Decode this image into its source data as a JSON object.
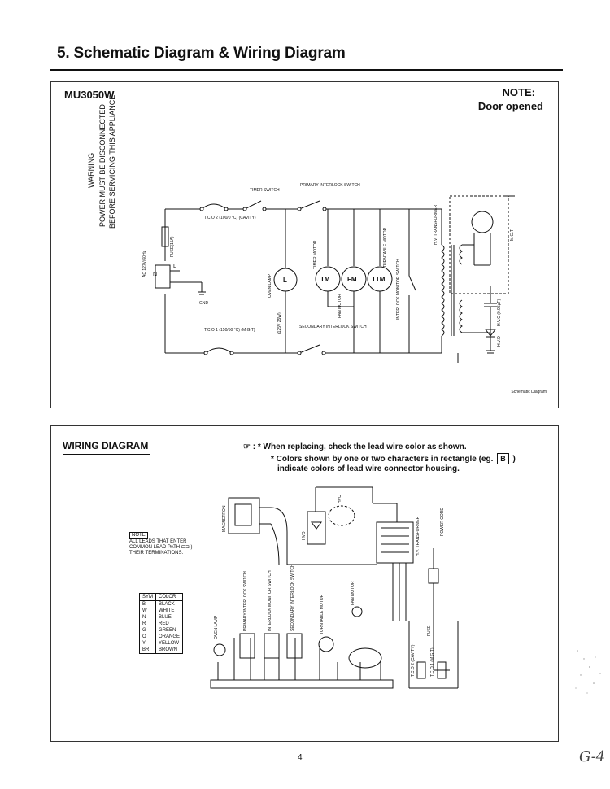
{
  "header": {
    "title": "5. Schematic Diagram & Wiring Diagram"
  },
  "schematic": {
    "model": "MU3050W",
    "note_title": "NOTE:",
    "note_text": "Door opened",
    "warning_line1": "WARNING",
    "warning_line2": "POWER MUST BE DISCONNECTED",
    "warning_line3": "BEFORE SERVICING THIS APPLIANCE",
    "labels": {
      "timer_switch": "TIMER SWITCH",
      "primary_interlock": "PRIMARY INTERLOCK SWITCH",
      "tco2": "T.C.O 2 (100/0 °C) (CAVITY)",
      "fuse": "FUSE(15A)",
      "ac": "AC 127V/60Hz",
      "n": "N",
      "l": "L",
      "gnd": "GND",
      "tco1": "T.C.O 1 (150/50 °C) (M.G.T)",
      "oven_lamp": "OVEN LAMP",
      "lamp_rating": "(125V 25W)",
      "secondary_interlock": "SECONDARY INTERLOCK SWITCH",
      "timer_motor": "TIMER MOTOR",
      "fan_motor": "FAN MOTOR",
      "turntable_motor": "TURNTABLE MOTOR",
      "monitor_switch": "INTERLOCK MONITOR SWITCH",
      "hv_transformer": "H.V. TRANSFORMER",
      "mgt": "M.G.T",
      "hvc": "H.V.C (0.95µF)",
      "hvd": "H.V.D",
      "tm": "TM",
      "fm": "FM",
      "ttm": "TTM",
      "lamp_symbol": "L"
    },
    "caption": "Schematic Diagram"
  },
  "wiring": {
    "title": "WIRING DIAGRAM",
    "instruction_line1": "When replacing, check the lead wire color as shown.",
    "instruction_line2_pre": "Colors shown by one or two characters in rectangle (eg.",
    "instruction_badge": "B",
    "instruction_line2_post": ")",
    "instruction_line3": "indicate colors of lead wire connector housing.",
    "note_box": "NOTE",
    "note_line1": "ALL LEADS THAT ENTER",
    "note_line2": "COMMON LEAD PATH",
    "note_line3": "THEIR TERMINATIONS.",
    "color_table": {
      "headers": [
        "SYM",
        "COLOR"
      ],
      "rows": [
        [
          "B",
          "BLACK"
        ],
        [
          "W",
          "WHITE"
        ],
        [
          "N",
          "BLUE"
        ],
        [
          "R",
          "RED"
        ],
        [
          "G",
          "GREEN"
        ],
        [
          "O",
          "ORANGE"
        ],
        [
          "Y",
          "YELLOW"
        ],
        [
          "BR",
          "BROWN"
        ]
      ]
    },
    "component_labels": {
      "magnetron": "MAGNETRON",
      "hvc": "HVC",
      "hvd": "HVD",
      "transformer": "H.V. TRANSFORMER",
      "power_cord": "POWER CORD",
      "oven_lamp": "OVEN LAMP",
      "primary": "PRIMARY INTERLOCK SWITCH",
      "monitor": "INTERLOCK MONITOR SWITCH",
      "secondary": "SECONDARY INTERLOCK SWITCH",
      "turntable": "TURNTABLE MOTOR",
      "fan": "FAN MOTOR",
      "tco2": "T.C.O 2 (CAVITY)",
      "tco1": "T.C.O 1 (M.G.T)",
      "fuse": "FUSE"
    }
  },
  "footer": {
    "page_number": "4",
    "side_mark": "G-4"
  }
}
